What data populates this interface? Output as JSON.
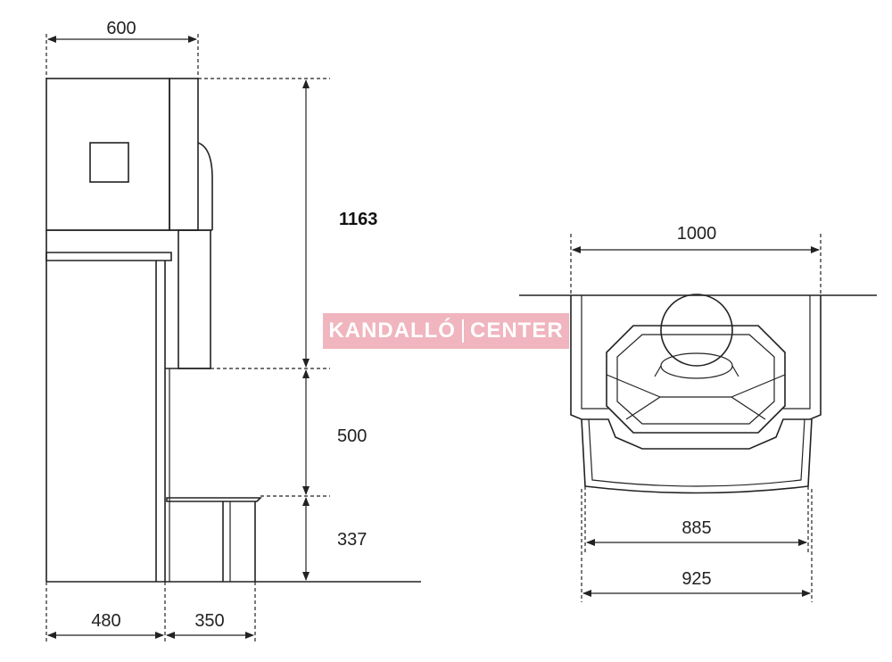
{
  "dimensions": {
    "top_width": "600",
    "total_height": "1163",
    "mid_height": "500",
    "base_height": "337",
    "bottom_left": "480",
    "bottom_right": "350",
    "plan_width": "1000",
    "plan_inner": "885",
    "plan_outer": "925"
  },
  "watermark": {
    "left": "KANDALLÓ",
    "right": "CENTER"
  },
  "colors": {
    "line": "#222222",
    "watermark": "#e47888"
  }
}
